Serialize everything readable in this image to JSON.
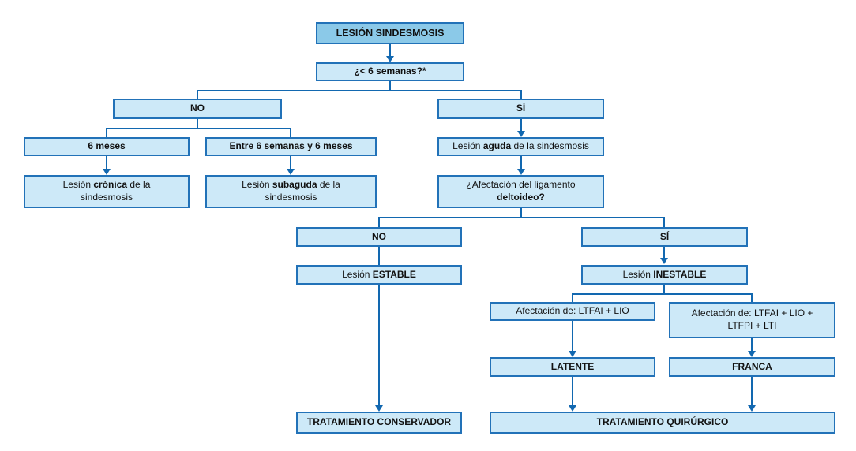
{
  "colors": {
    "box_border": "#2272b8",
    "box_fill_light": "#cde9f8",
    "box_fill_dark": "#8bc9e8",
    "line": "#1268b0",
    "text": "#111111"
  },
  "nodes": {
    "root": {
      "label": "LESIÓN SINDESMOSIS"
    },
    "q_semanas": {
      "label": "¿< 6 semanas?*"
    },
    "no1": {
      "label": "NO"
    },
    "si1": {
      "label": "SÍ"
    },
    "meses6": {
      "label": "6 meses"
    },
    "entre": {
      "label": "Entre 6 semanas y 6 meses"
    },
    "cronica": {
      "pre": "Lesión ",
      "em": "crónica",
      "mid": " de la",
      "line2": "sindesmosis"
    },
    "subaguda": {
      "pre": "Lesión ",
      "em": "subaguda",
      "mid": " de la",
      "line2": "sindesmosis"
    },
    "aguda": {
      "pre": "Lesión ",
      "em": "aguda",
      "post": " de la sindesmosis"
    },
    "deltoideo": {
      "line1": "¿Afectación del ligamento",
      "em": "deltoideo?"
    },
    "no2": {
      "label": "NO"
    },
    "si2": {
      "label": "SÍ"
    },
    "estable": {
      "pre": "Lesión ",
      "em": "ESTABLE"
    },
    "inestable": {
      "pre": "Lesión ",
      "em": "INESTABLE"
    },
    "afect1": {
      "label": "Afectación de: LTFAI + LIO"
    },
    "afect2": {
      "line1": "Afectación de: LTFAI + LIO +",
      "line2": "LTFPI + LTI"
    },
    "latente": {
      "label": "LATENTE"
    },
    "franca": {
      "label": "FRANCA"
    },
    "conservador": {
      "label": "TRATAMIENTO CONSERVADOR"
    },
    "quirurgico": {
      "label": "TRATAMIENTO QUIRÚRGICO"
    }
  }
}
